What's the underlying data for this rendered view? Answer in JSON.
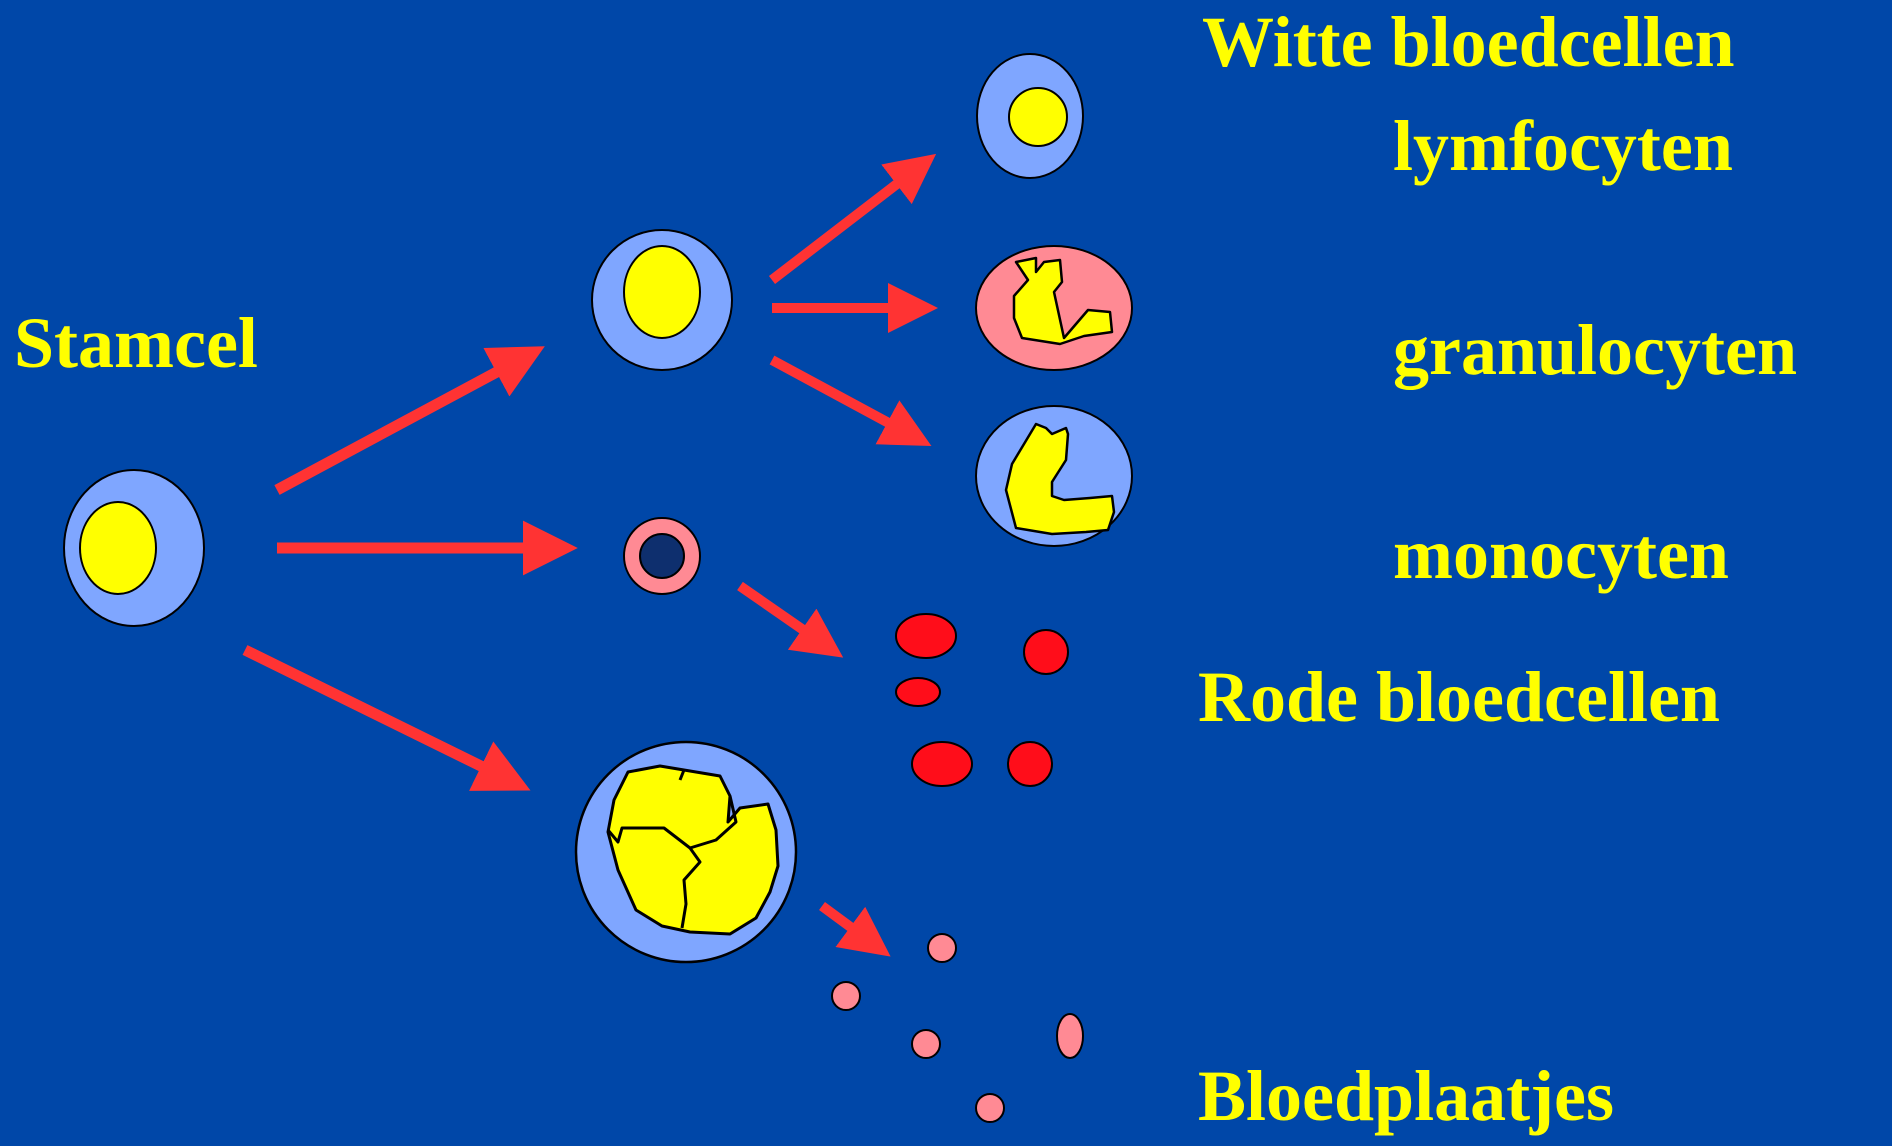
{
  "colors": {
    "background": "#0047a8",
    "label_text": "#ffff00",
    "arrow": "#ff3333",
    "cytoplasm": "#7fa6ff",
    "nucleus": "#ffff00",
    "red_cell": "#ff0d1a",
    "platelet": "#ff8a94",
    "granulocyte_cytoplasm": "#ff8a94",
    "erythroblast_nucleus": "#0e2f6e"
  },
  "labels": {
    "stamcel": "Stamcel",
    "witte_bloedcellen": "Witte bloedcellen",
    "lymfocyten": "lymfocyten",
    "granulocyten": "granulocyten",
    "monocyten": "monocyten",
    "rode_bloedcellen": "Rode bloedcellen",
    "bloedplaatjes": "Bloedplaatjes"
  }
}
